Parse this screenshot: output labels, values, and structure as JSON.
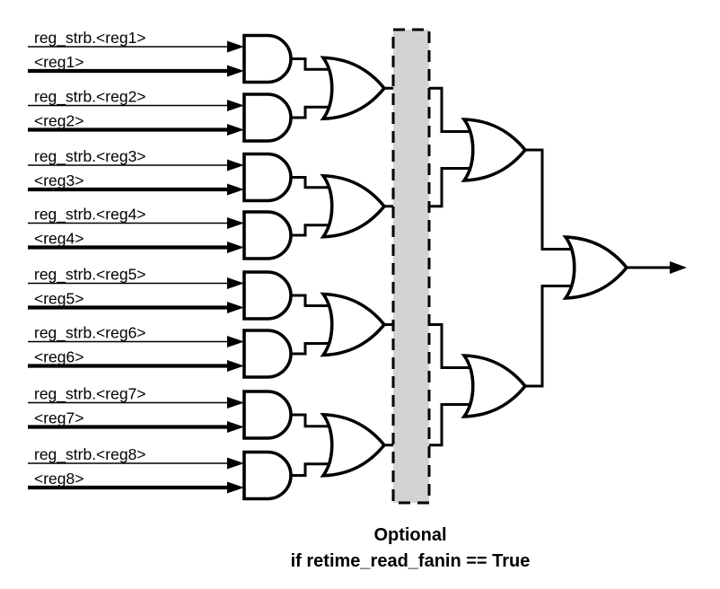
{
  "diagram": {
    "colors": {
      "stroke": "#000000",
      "gate_fill": "#ffffff",
      "retime_box_fill": "#d3d3d3",
      "background": "#ffffff"
    },
    "inputs": [
      {
        "strobe_label": "reg_strb.<reg1>",
        "value_label": "<reg1>"
      },
      {
        "strobe_label": "reg_strb.<reg2>",
        "value_label": "<reg2>"
      },
      {
        "strobe_label": "reg_strb.<reg3>",
        "value_label": "<reg3>"
      },
      {
        "strobe_label": "reg_strb.<reg4>",
        "value_label": "<reg4>"
      },
      {
        "strobe_label": "reg_strb.<reg5>",
        "value_label": "<reg5>"
      },
      {
        "strobe_label": "reg_strb.<reg6>",
        "value_label": "<reg6>"
      },
      {
        "strobe_label": "reg_strb.<reg7>",
        "value_label": "<reg7>"
      },
      {
        "strobe_label": "reg_strb.<reg8>",
        "value_label": "<reg8>"
      }
    ],
    "gates": {
      "and_gates": 8,
      "or_gates_level1": 4,
      "or_gates_level2": 2,
      "or_gates_final": 1
    },
    "caption": {
      "line1": "Optional",
      "line2": "if retime_read_fanin == True"
    }
  }
}
